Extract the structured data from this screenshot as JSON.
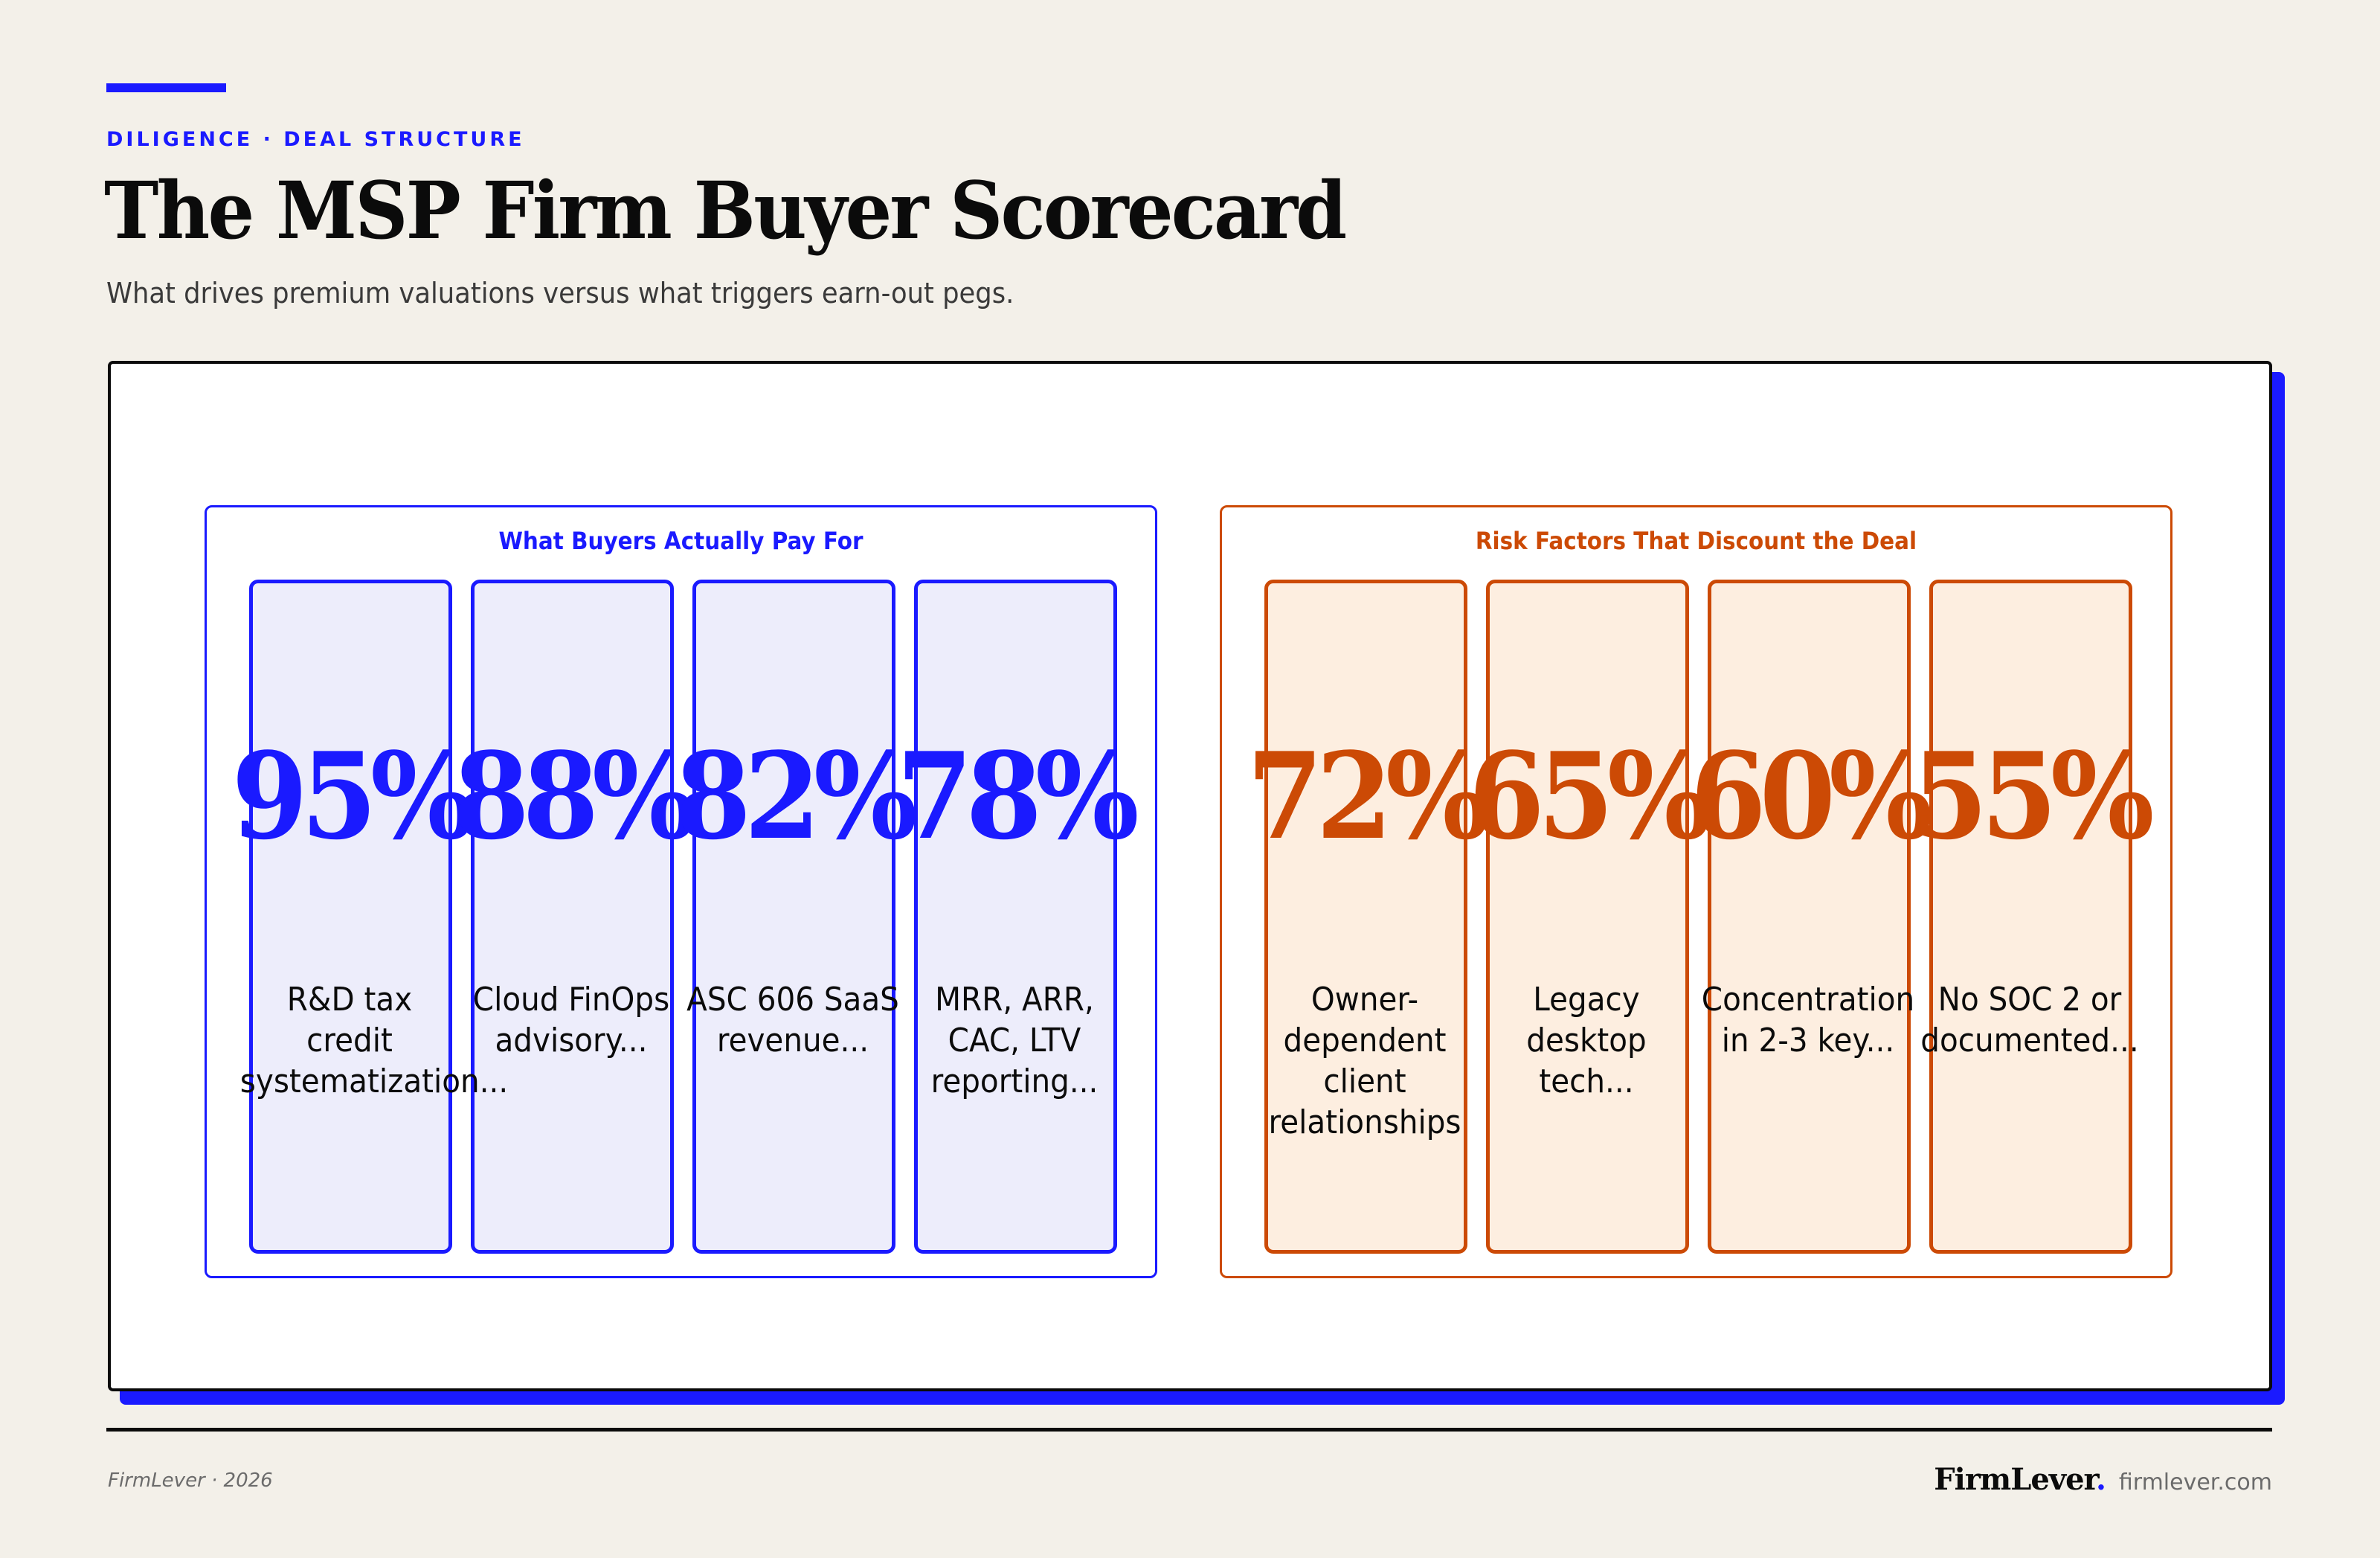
{
  "header": {
    "eyebrow": "DILIGENCE · DEAL STRUCTURE",
    "title": "The MSP Firm Buyer Scorecard",
    "subtitle": "What drives premium valuations versus what triggers earn-out pegs."
  },
  "colors": {
    "background": "#f3f0e9",
    "accent_blue": "#1a1aff",
    "accent_orange": "#cc4a05",
    "pay_fill": "#ededfb",
    "risk_fill": "#fdeee0",
    "ink": "#0b0b0b"
  },
  "groups": [
    {
      "title": "What Buyers Actually Pay For",
      "items": [
        {
          "value": "95%",
          "label": "R&D tax credit systematization..."
        },
        {
          "value": "88%",
          "label": "Cloud FinOps advisory..."
        },
        {
          "value": "82%",
          "label": "ASC 606 SaaS revenue..."
        },
        {
          "value": "78%",
          "label": "MRR, ARR, CAC, LTV reporting..."
        }
      ]
    },
    {
      "title": "Risk Factors That Discount the Deal",
      "items": [
        {
          "value": "72%",
          "label": "Owner-dependent client relationships"
        },
        {
          "value": "65%",
          "label": "Legacy desktop tech..."
        },
        {
          "value": "60%",
          "label": "Concentration in 2-3 key..."
        },
        {
          "value": "55%",
          "label": "No SOC 2 or documented..."
        }
      ]
    }
  ],
  "chart_data": {
    "type": "bar",
    "title": "The MSP Firm Buyer Scorecard",
    "subtitle": "What drives premium valuations versus what triggers earn-out pegs.",
    "xlabel": "",
    "ylabel": "",
    "ylim": [
      0,
      100
    ],
    "categories": [
      "R&D tax credit systematization...",
      "Cloud FinOps advisory...",
      "ASC 606 SaaS revenue...",
      "MRR, ARR, CAC, LTV reporting...",
      "Owner-dependent client relationships",
      "Legacy desktop tech...",
      "Concentration in 2-3 key...",
      "No SOC 2 or documented..."
    ],
    "series": [
      {
        "name": "What Buyers Actually Pay For",
        "values": [
          95,
          88,
          82,
          78,
          null,
          null,
          null,
          null
        ]
      },
      {
        "name": "Risk Factors That Discount the Deal",
        "values": [
          null,
          null,
          null,
          null,
          72,
          65,
          60,
          55
        ]
      }
    ],
    "unit": "%"
  },
  "footer": {
    "left": "FirmLever · 2026",
    "logo": "FirmLever",
    "logo_dot": ".",
    "site": "firmlever.com"
  }
}
